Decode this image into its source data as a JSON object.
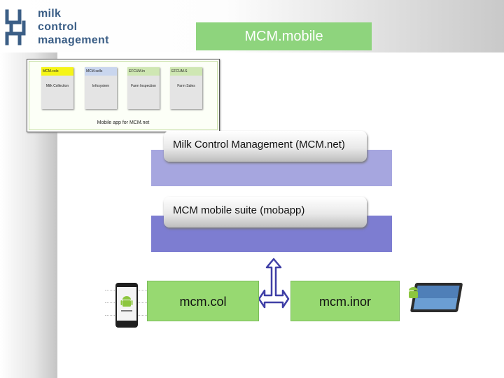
{
  "logo": {
    "lines": [
      "milk",
      "control",
      "management"
    ]
  },
  "slide_title": "MCM.mobile",
  "thumbnail": {
    "cards": [
      {
        "header": "MCM.colo",
        "body": "Milk Collection",
        "header_color": "#f5f516"
      },
      {
        "header": "MCM.sells",
        "body": "Infosystem",
        "header_color": "#c9d6ee"
      },
      {
        "header": "EFCUM.in",
        "body": "Farm Inspection",
        "header_color": "#cfe7b3"
      },
      {
        "header": "EFCUM.S",
        "body": "Farm Sales",
        "header_color": "#cfe7b3"
      }
    ],
    "caption": "Mobile app for MCM.net"
  },
  "layers": [
    {
      "label": "Milk Control Management (MCM.net)"
    },
    {
      "label": "MCM mobile suite  (mobapp)"
    }
  ],
  "modules": [
    {
      "label": "mcm.col"
    },
    {
      "label": "mcm.inor"
    }
  ],
  "colors": {
    "title_green": "#8ed47d",
    "band_light": "#a6a6df",
    "band_dark": "#7d7dd1",
    "module_green": "#97d971",
    "arrow_blue": "#3f3fa6"
  },
  "icons": [
    "android-phone-icon",
    "tablet-icon",
    "bidirectional-arrow-icon"
  ]
}
